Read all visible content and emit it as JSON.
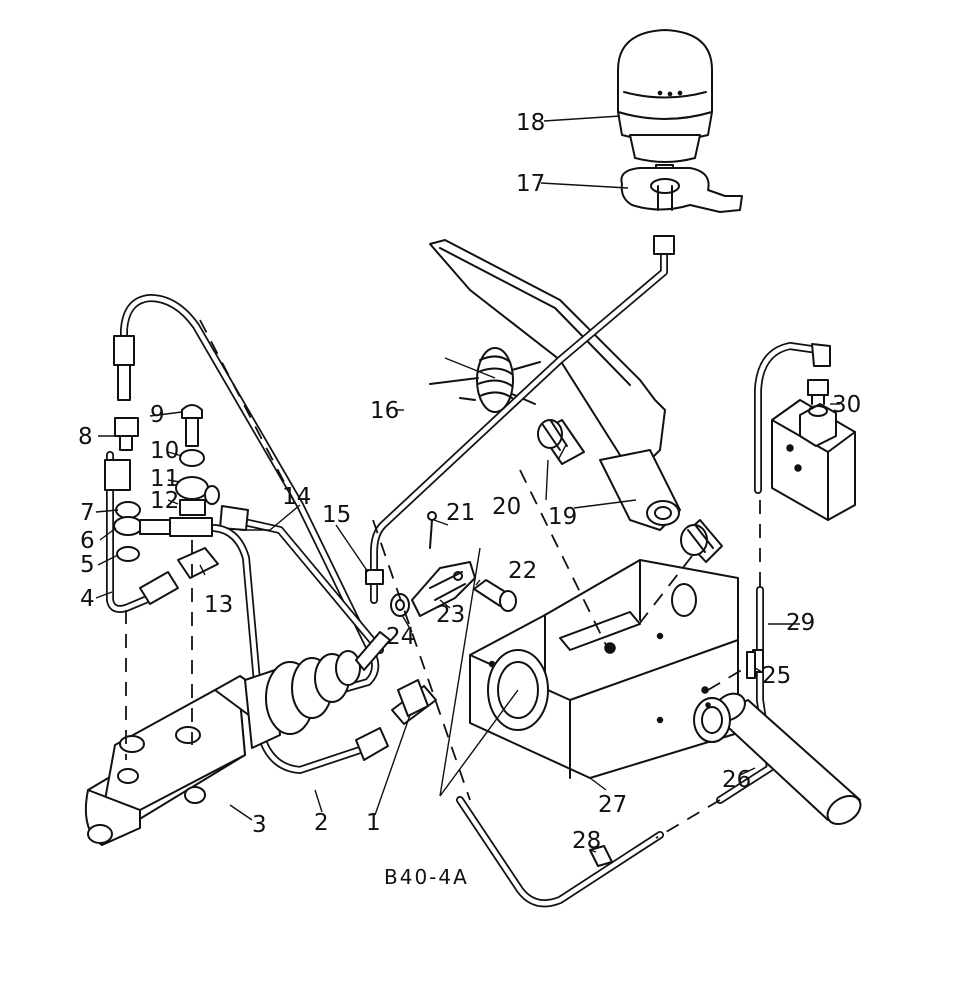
{
  "diagram": {
    "reference_code": "B40-4A",
    "callouts": [
      {
        "id": "1",
        "text": "1"
      },
      {
        "id": "2",
        "text": "2"
      },
      {
        "id": "3",
        "text": "3"
      },
      {
        "id": "4",
        "text": "4"
      },
      {
        "id": "5",
        "text": "5"
      },
      {
        "id": "6",
        "text": "6"
      },
      {
        "id": "7",
        "text": "7"
      },
      {
        "id": "8",
        "text": "8"
      },
      {
        "id": "9",
        "text": "9"
      },
      {
        "id": "10",
        "text": "10"
      },
      {
        "id": "11",
        "text": "11"
      },
      {
        "id": "12",
        "text": "12"
      },
      {
        "id": "13",
        "text": "13"
      },
      {
        "id": "14",
        "text": "14"
      },
      {
        "id": "15",
        "text": "15"
      },
      {
        "id": "16",
        "text": "16"
      },
      {
        "id": "17",
        "text": "17"
      },
      {
        "id": "18",
        "text": "18"
      },
      {
        "id": "19",
        "text": "19"
      },
      {
        "id": "20",
        "text": "20"
      },
      {
        "id": "21",
        "text": "21"
      },
      {
        "id": "22",
        "text": "22"
      },
      {
        "id": "23",
        "text": "23"
      },
      {
        "id": "24",
        "text": "24"
      },
      {
        "id": "25",
        "text": "25"
      },
      {
        "id": "26",
        "text": "26"
      },
      {
        "id": "27",
        "text": "27"
      },
      {
        "id": "28",
        "text": "28"
      },
      {
        "id": "29",
        "text": "29"
      },
      {
        "id": "30",
        "text": "30"
      }
    ]
  }
}
